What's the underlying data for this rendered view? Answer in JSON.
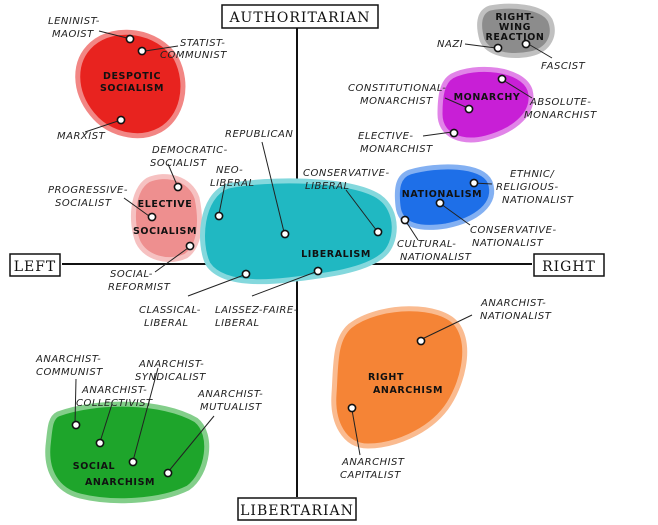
{
  "axes": {
    "top": "Authoritarian",
    "bottom": "Libertarian",
    "left": "Left",
    "right": "Right"
  },
  "colors": {
    "despotic_socialism": "#e8231f",
    "elective_socialism": "#ee8f8f",
    "liberalism": "#20b8c2",
    "nationalism": "#1e6fe8",
    "monarchy": "#c81fd6",
    "right_wing_reaction": "#8c8c8c",
    "right_anarchism": "#f58436",
    "social_anarchism": "#1ea52b"
  },
  "groups": {
    "despotic_socialism": [
      "Despotic",
      "Socialism"
    ],
    "elective_socialism": [
      "Elective",
      "Socialism"
    ],
    "liberalism": [
      "Liberalism"
    ],
    "nationalism": [
      "Nationalism"
    ],
    "monarchy": [
      "Monarchy"
    ],
    "right_wing_reaction": [
      "Right-",
      "Wing",
      "Reaction"
    ],
    "right_anarchism": [
      "Right",
      "Anarchism"
    ],
    "social_anarchism": [
      "Social",
      "Anarchism"
    ]
  },
  "ideologies": {
    "leninist_maoist": [
      "Leninist-",
      "Maoist"
    ],
    "statist_communist": [
      "Statist-",
      "Communist"
    ],
    "marxist": [
      "Marxist"
    ],
    "democratic_socialist": [
      "Democratic-",
      "Socialist"
    ],
    "progressive_socialist": [
      "Progressive-",
      "Socialist"
    ],
    "social_reformist": [
      "Social-",
      "Reformist"
    ],
    "neo_liberal": [
      "Neo-",
      "Liberal"
    ],
    "republican": [
      "Republican"
    ],
    "conservative_liberal": [
      "Conservative-",
      "Liberal"
    ],
    "classical_liberal": [
      "Classical-",
      "Liberal"
    ],
    "laissez_faire_liberal": [
      "Laissez-Faire-",
      "Liberal"
    ],
    "nazi": [
      "Nazi"
    ],
    "fascist": [
      "Fascist"
    ],
    "constitutional_monarchist": [
      "Constitutional-",
      "Monarchist"
    ],
    "absolute_monarchist": [
      "Absolute-",
      "Monarchist"
    ],
    "elective_monarchist": [
      "Elective-",
      "Monarchist"
    ],
    "ethnic_religious_nationalist": [
      "Ethnic/",
      "Religious-",
      "Nationalist"
    ],
    "conservative_nationalist": [
      "Conservative-",
      "Nationalist"
    ],
    "cultural_nationalist": [
      "Cultural-",
      "Nationalist"
    ],
    "anarchist_nationalist": [
      "Anarchist-",
      "Nationalist"
    ],
    "anarchist_capitalist": [
      "Anarchist",
      "Capitalist"
    ],
    "anarchist_communist": [
      "Anarchist-",
      "Communist"
    ],
    "anarchist_syndicalist": [
      "Anarchist-",
      "Syndicalist"
    ],
    "anarchist_collectivist": [
      "Anarchist-",
      "Collectivist"
    ],
    "anarchist_mutualist": [
      "Anarchist-",
      "Mutualist"
    ]
  }
}
